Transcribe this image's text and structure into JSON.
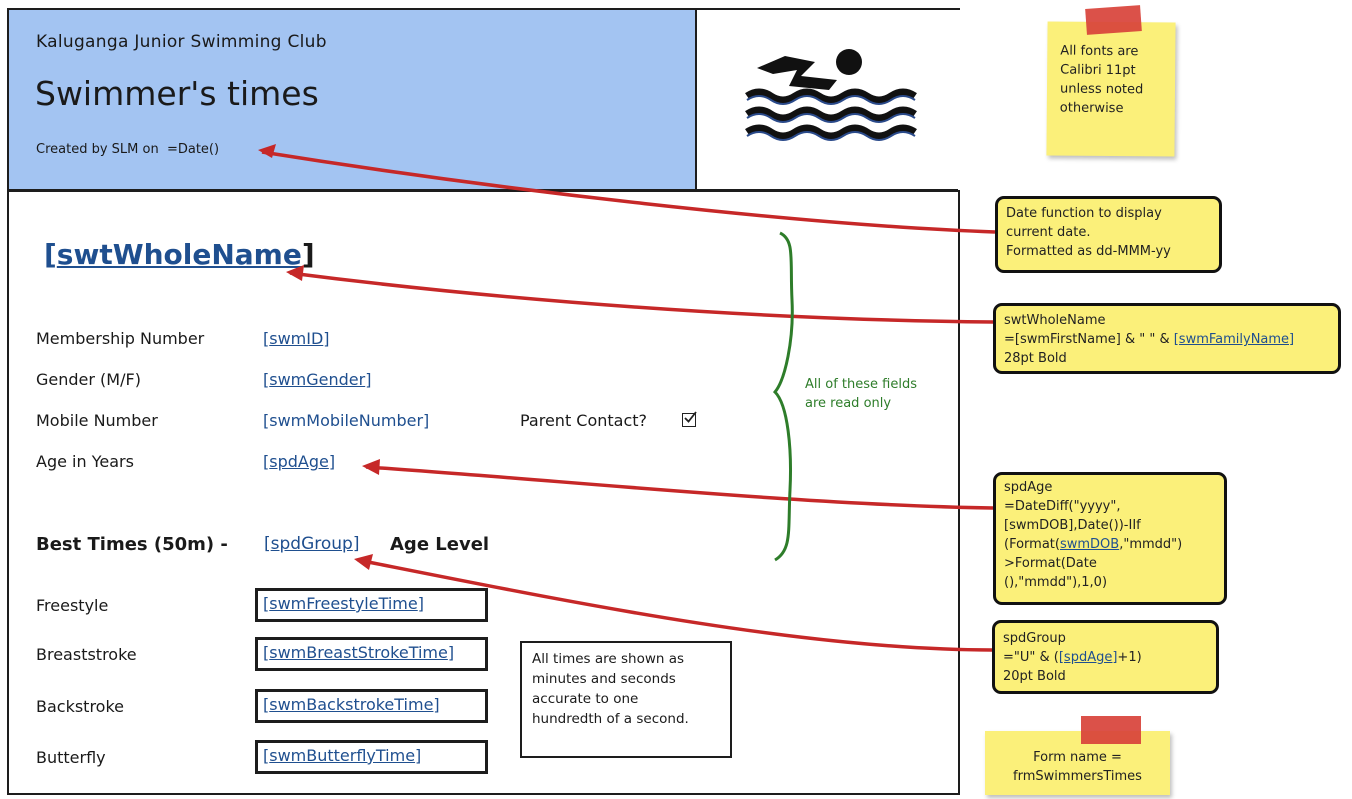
{
  "header": {
    "club_name": "Kaluganga Junior Swimming Club",
    "form_title": "Swimmer's times",
    "created_label": "Created by SLM on",
    "created_value": "=Date()"
  },
  "whole_name": {
    "open": "[",
    "field": "swtWholeName",
    "close": "]"
  },
  "fields": [
    {
      "label": "Membership Number",
      "field": "swmID"
    },
    {
      "label": "Gender (M/F)",
      "field": "swmGender"
    },
    {
      "label": "Mobile Number",
      "field": "swmMobileNumber"
    },
    {
      "label": "Age in Years",
      "field": "spdAge"
    }
  ],
  "parent_contact": {
    "label": "Parent Contact?",
    "checked": true
  },
  "best_times": {
    "prefix": "Best Times (50m) -",
    "group_field": "spdGroup",
    "suffix": "Age Level",
    "rows": [
      {
        "label": "Freestyle",
        "field": "swmFreestyleTime"
      },
      {
        "label": "Breaststroke",
        "field": "swmBreastStrokeTime"
      },
      {
        "label": "Backstroke",
        "field": "swmBackstrokeTime"
      },
      {
        "label": "Butterfly",
        "field": "swmButterflyTime"
      }
    ]
  },
  "times_note": {
    "line1": "All times are shown as",
    "line2": "minutes and seconds",
    "line3": "accurate to one",
    "line4": "hundredth of a second."
  },
  "read_only_note": {
    "line1": "All of these fields",
    "line2": "are read only"
  },
  "sticky_fonts": {
    "line1": "All fonts are",
    "line2": "Calibri 11pt",
    "line3": "unless noted",
    "line4": "otherwise"
  },
  "sticky_form": {
    "line1": "Form name =",
    "line2": "frmSwimmersTimes"
  },
  "callouts": {
    "date": {
      "line1": "Date function to display",
      "line2": "current date.",
      "line3": "Formatted as dd-MMM-yy"
    },
    "name": {
      "line1": "swtWholeName",
      "line2a": "=[swmFirstName] & \" \" & ",
      "line2b": "[swmFamilyName]",
      "line3": "28pt Bold"
    },
    "age": {
      "line1": "spdAge",
      "line2": "=DateDiff(\"yyyy\",",
      "line3": "[swmDOB],Date())-IIf",
      "line4a": "(Format(",
      "line4b": "swmDOB",
      "line4c": ",\"mmdd\")",
      "line5": ">Format(Date",
      "line6": "(),\"mmdd\"),1,0)"
    },
    "group": {
      "line1": "spdGroup",
      "line2a": "=\"U\" & (",
      "line2b": "[spdAge]",
      "line2c": "+1)",
      "line3": "20pt Bold"
    }
  },
  "colors": {
    "header_bg": "#a3c4f2",
    "sticky": "#fbf07a",
    "arrow": "#c62828",
    "brace": "#2e7d2a",
    "link": "#1f4f8f"
  }
}
